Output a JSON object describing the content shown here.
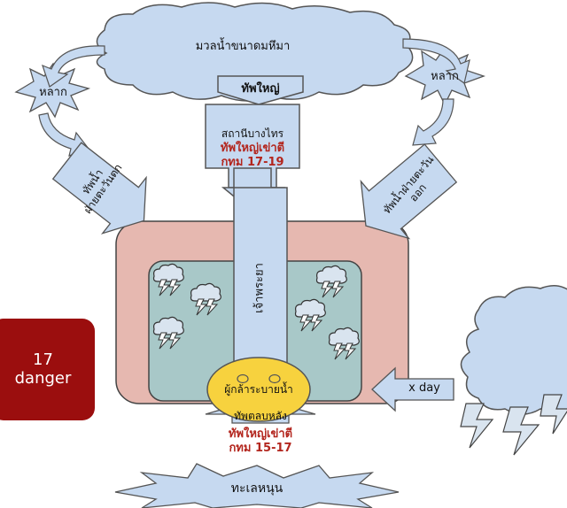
{
  "top_cloud": "มวลน้ำขนาดมหึมา",
  "top_arrow": "ทัพใหญ่",
  "center_arrow": {
    "line1": "สถานีบางไทร",
    "line2": "ทัพใหญ่เข่าตี",
    "line3": "กทม 17-19"
  },
  "left_burst": "หลาก",
  "right_burst": "หลาก",
  "left_arrow": {
    "line1": "ทัพน้ำ",
    "line2": "ฝ่ายตะวันตก"
  },
  "right_arrow": {
    "line1": "ทัพน้ำฝ่ายตะวัน",
    "line2": "ออก"
  },
  "river": "เจ้าพระยา",
  "face_label": "ผู้กล้าระบายน้ำ",
  "bottom_arrow": "ทัพตลบหลัง",
  "bottom_red": {
    "line1": "ทัพใหญ่เข่าตี",
    "line2": "กทม 15-17"
  },
  "sea": "ทะเลหนุน",
  "xday": "x day",
  "danger": {
    "line1": "17",
    "line2": "danger"
  },
  "colors": {
    "cloud": "#c6d9f0",
    "outer_box": "#e6b8b0",
    "inner_box": "#a8c8c8",
    "face": "#f7d23e",
    "danger": "#9b0e0e"
  },
  "icons": [
    "storm-cloud-icon",
    "lightning-bolt-icon",
    "smiley-face-icon"
  ]
}
